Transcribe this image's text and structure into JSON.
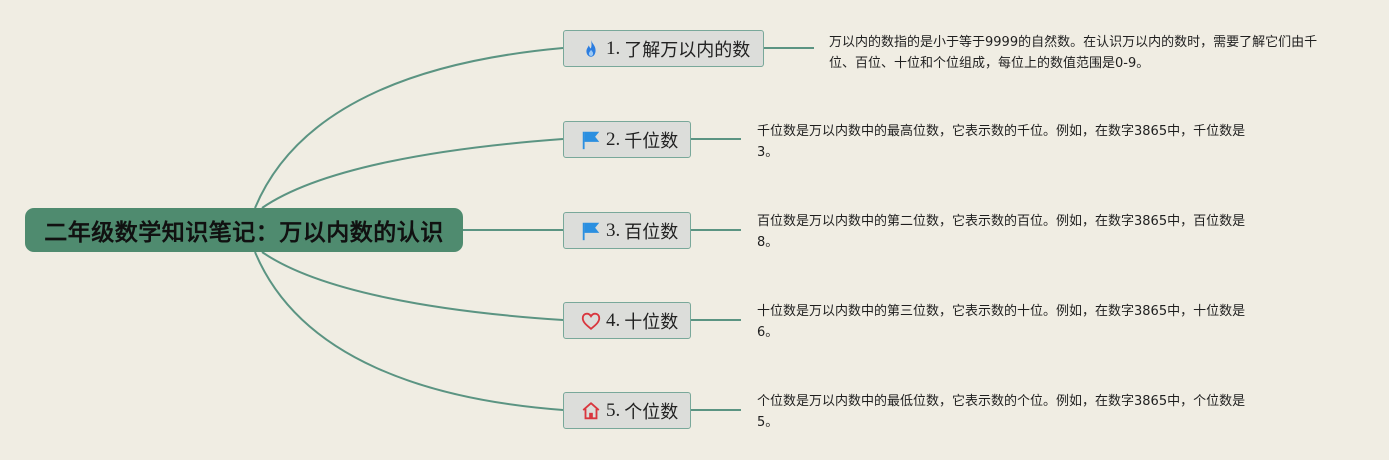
{
  "root": {
    "title": "二年级数学知识笔记：万以内数的认识"
  },
  "topics": [
    {
      "number": "1.",
      "label": "了解万以内的数",
      "icon": "fire-icon",
      "description": "万以内的数指的是小于等于9999的自然数。在认识万以内的数时，需要了解它们由千位、百位、十位和个位组成，每位上的数值范围是0-9。"
    },
    {
      "number": "2.",
      "label": "千位数",
      "icon": "flag-icon",
      "description": "千位数是万以内数中的最高位数，它表示数的千位。例如，在数字3865中，千位数是3。"
    },
    {
      "number": "3.",
      "label": "百位数",
      "icon": "flag-icon",
      "description": "百位数是万以内数中的第二位数，它表示数的百位。例如，在数字3865中，百位数是8。"
    },
    {
      "number": "4.",
      "label": "十位数",
      "icon": "heart-icon",
      "description": "十位数是万以内数中的第三位数，它表示数的十位。例如，在数字3865中，十位数是6。"
    },
    {
      "number": "5.",
      "label": "个位数",
      "icon": "house-icon",
      "description": "个位数是万以内数中的最低位数，它表示数的个位。例如，在数字3865中，个位数是5。"
    }
  ],
  "colors": {
    "background": "#f0ede3",
    "root_fill": "#4f8b6f",
    "connector": "#5b9482",
    "topic_fill": "#dcddda",
    "fire": "#2b7de0",
    "flag": "#2b8fe0",
    "heart": "#d9363e",
    "house": "#d9363e"
  }
}
